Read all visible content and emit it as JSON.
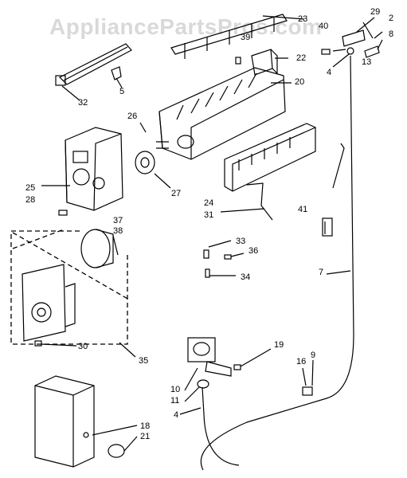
{
  "watermark": "AppliancePartsPros.com",
  "callouts": {
    "c2": "2",
    "c4a": "4",
    "c4b": "4",
    "c5": "5",
    "c7": "7",
    "c8": "8",
    "c9": "9",
    "c10": "10",
    "c11": "11",
    "c13": "13",
    "c16": "16",
    "c18": "18",
    "c19": "19",
    "c20": "20",
    "c21": "21",
    "c22": "22",
    "c23": "23",
    "c24": "24",
    "c25": "25",
    "c26": "26",
    "c27": "27",
    "c28": "28",
    "c29": "29",
    "c30": "30",
    "c31": "31",
    "c32": "32",
    "c33": "33",
    "c34": "34",
    "c35": "35",
    "c36": "36",
    "c37": "37",
    "c38": "38",
    "c39": "39",
    "c40": "40",
    "c41": "41"
  }
}
